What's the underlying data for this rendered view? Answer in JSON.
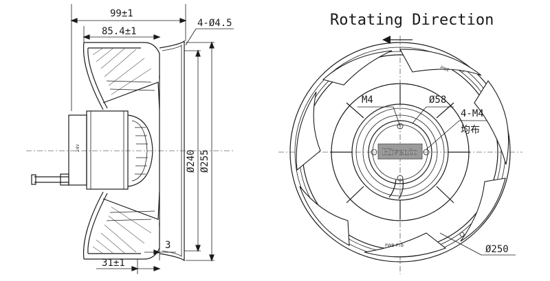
{
  "side_view": {
    "dim_overall_width": "99±1",
    "dim_impeller_width": "85.4±1",
    "dim_holes": "4-Ø4.5",
    "dim_inner_dia": "Ø240",
    "dim_outer_dia": "Ø255",
    "dim_flange": "3",
    "dim_base": "31±1",
    "motor_label": "24V"
  },
  "front_view": {
    "title": "Rotating Direction",
    "rotation_arrow_icon": "arrow-left-icon",
    "dim_screw": "M4",
    "dim_hub_dia": "Ø58",
    "dim_mount": "4-M4",
    "dim_mount_note": "均布",
    "brand": "Hivento",
    "dim_impeller_dia": "Ø250",
    "blade_label_top": "PWE",
    "blade_label_bottom": "PWB-FTB"
  }
}
